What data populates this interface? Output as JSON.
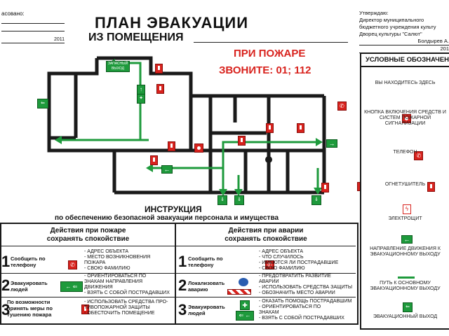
{
  "header": {
    "agreed_label": "асовано:",
    "year_line": "2011",
    "title": "ПЛАН  ЭВАКУАЦИИ",
    "subtitle": "ИЗ  ПОМЕЩЕНИЯ",
    "fire_line1": "ПРИ  ПОЖАРЕ",
    "fire_line2": "ЗВОНИТЕ: 01; 112"
  },
  "approval": {
    "label": "Утверждаю:",
    "line1": "Директор  муниципального",
    "line2": "бюджетного учреждения культу",
    "line3": "Дворец культуры \"Салют\"",
    "line4": "Болдырев А.",
    "line5": "201"
  },
  "legend": {
    "title": "УСЛОВНЫЕ ОБОЗНАЧЕНИ",
    "items": [
      {
        "label": "ВЫ НАХОДИТЕСЬ ЗДЕСЬ",
        "icon": "you-are-here-icon"
      },
      {
        "label": "КНОПКА ВКЛЮЧЕНИЯ СРЕДСТВ И СИСТЕМ ПОЖАРНОЙ СИГНАЛИЗАЦИИ",
        "icon": "fire-alarm-button-icon"
      },
      {
        "label": "ТЕЛЕФОН",
        "icon": "phone-icon"
      },
      {
        "label": "ОГНЕТУШИТЕЛЬ",
        "icon": "extinguisher-icon"
      },
      {
        "label": "ЭЛЕКТРОЩИТ",
        "icon": "electrical-panel-icon"
      },
      {
        "label": "НАПРАВЛЕНИЕ ДВИЖЕНИЯ К ЭВАКУАЦИОННОМУ ВЫХОДУ",
        "icon": "direction-arrow-icon"
      },
      {
        "label": "ПУТЬ К ОСНОВНОМУ ЭВАКУАЦИОННОМУ ВЫХОДУ",
        "icon": "main-path-line-icon"
      },
      {
        "label": "ЭВАКУАЦИОННЫЙ ВЫХОД",
        "icon": "evacuation-exit-icon"
      }
    ]
  },
  "plan": {
    "spare_exit": "ЗАПАСНЫЙ ВЫХОД"
  },
  "instruction": {
    "title": "ИНСТРУКЦИЯ",
    "subtitle": "по обеспечению безопасной эвакуации персонала и имущества",
    "fire": {
      "heading1": "Действия при пожаре",
      "heading2": "сохранять спокойствие",
      "steps": [
        {
          "num": "1",
          "label": "Сообщить по телефону",
          "bullets": [
            "- АДРЕС ОБЪЕКТА",
            "- МЕСТО ВОЗНИКНОВЕНИЯ",
            "  ПОЖАРА",
            "- СВОЮ ФАМИЛИЮ"
          ]
        },
        {
          "num": "2",
          "label": "Эвакуировать людей",
          "bullets": [
            "- ОРИЕНТИРОВАТЬСЯ ПО",
            "  ЗНАКАМ НАПРАВЛЕНИЯ",
            "  ДВИЖЕНИЯ",
            "- ВЗЯТЬ С СОБОЙ ПОСТРАДАВШИХ"
          ]
        },
        {
          "num": "3",
          "label": "По возможности принять меры по тушению пожара",
          "bullets": [
            "- ИСПОЛЬЗОВАТЬ СРЕДСТВА ПРО-",
            "  ТИВОПОЖАРНОЙ ЗАЩИТЫ",
            "- ОБЕСТОЧИТЬ ПОМЕЩЕНИЕ"
          ]
        }
      ]
    },
    "accident": {
      "heading1": "Действия при аварии",
      "heading2": "сохранять спокойствие",
      "steps": [
        {
          "num": "1",
          "label": "Сообщить по телефону",
          "bullets": [
            "- АДРЕС ОБЪЕКТА",
            "- ЧТО СЛУЧИЛОСЬ",
            "- ИМЕЮТСЯ ЛИ ПОСТРАДАВШИЕ",
            "- СВОЮ ФАМИЛИЮ"
          ]
        },
        {
          "num": "2",
          "label": "Локализовать аварию",
          "bullets": [
            "- ПРЕДОТВРАТИТЬ РАЗВИТИЕ",
            "  АВАРИИ",
            "- ИСПОЛЬЗОВАТЬ СРЕДСТВА ЗАЩИТЫ",
            "- ОБОЗНАЧИТЬ МЕСТО АВАРИИ"
          ]
        },
        {
          "num": "3",
          "label": "Эвакуировать людей",
          "bullets": [
            "- ОКАЗАТЬ ПОМОЩЬ ПОСТРАДАВШИМ",
            "- ОРИЕНТИРОВАТЬСЯ ПО",
            "  ЗНАКАМ",
            "- ВЗЯТЬ С СОБОЙ ПОСТРАДАВШИХ"
          ]
        }
      ]
    }
  },
  "colors": {
    "red": "#d8221d",
    "green": "#1e9a3c",
    "wall": "#1a1a1a"
  }
}
